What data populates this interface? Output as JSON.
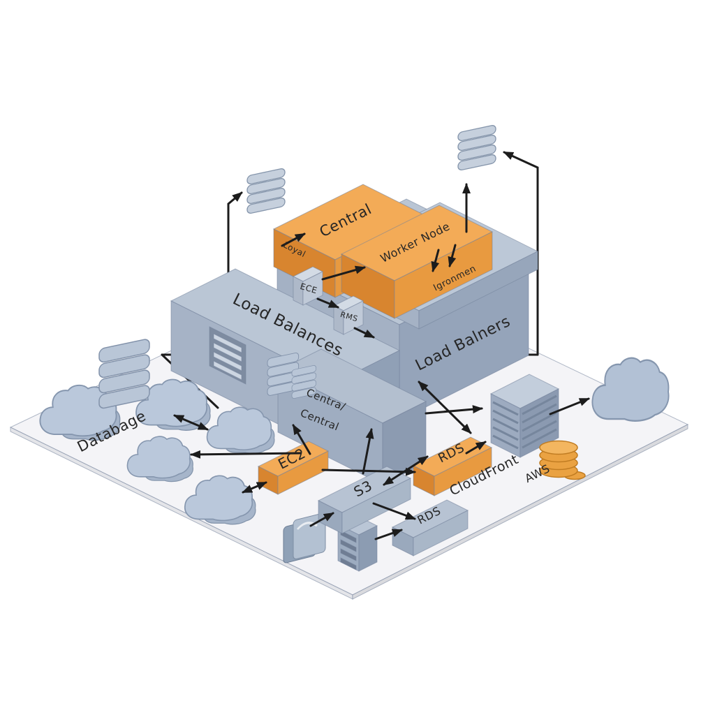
{
  "diagram": {
    "platform": {
      "region_label": "Databage"
    },
    "structure": {
      "left_slab_label": "Load Balances",
      "right_slab_label": "Load Balners",
      "ledge_label": "Loyal",
      "ledge_right_label": "Igronmen",
      "small_cube_left_label": "ECE",
      "small_cube_right_label": "RMS",
      "orange_slab_back_label": "Central",
      "orange_slab_front_label": "Worker Node",
      "front_box_label_line1": "Centra/",
      "front_box_label_line2": "Central"
    },
    "services": {
      "ec2_label": "EC2",
      "s3_label": "S3",
      "rds_orange_label": "RDS",
      "rds_gray_label": "RDS",
      "cloudfront_label": "CloudFront",
      "aws_label": "AWS"
    },
    "icons": [
      "cloud-icon",
      "server-stack-icon",
      "database-server-icon",
      "rack-icon",
      "cloudfront-tower-icon",
      "coins-icon",
      "folder-icon",
      "book-server-icon"
    ],
    "colors": {
      "orange_top": "#f3ab57",
      "orange_side": "#d8852f",
      "gray_top": "#b7c3d3",
      "gray_side": "#97a6bb",
      "cloud": "#bac8db",
      "connector": "#1c1c1c",
      "platform": "#f4f4f7"
    }
  }
}
